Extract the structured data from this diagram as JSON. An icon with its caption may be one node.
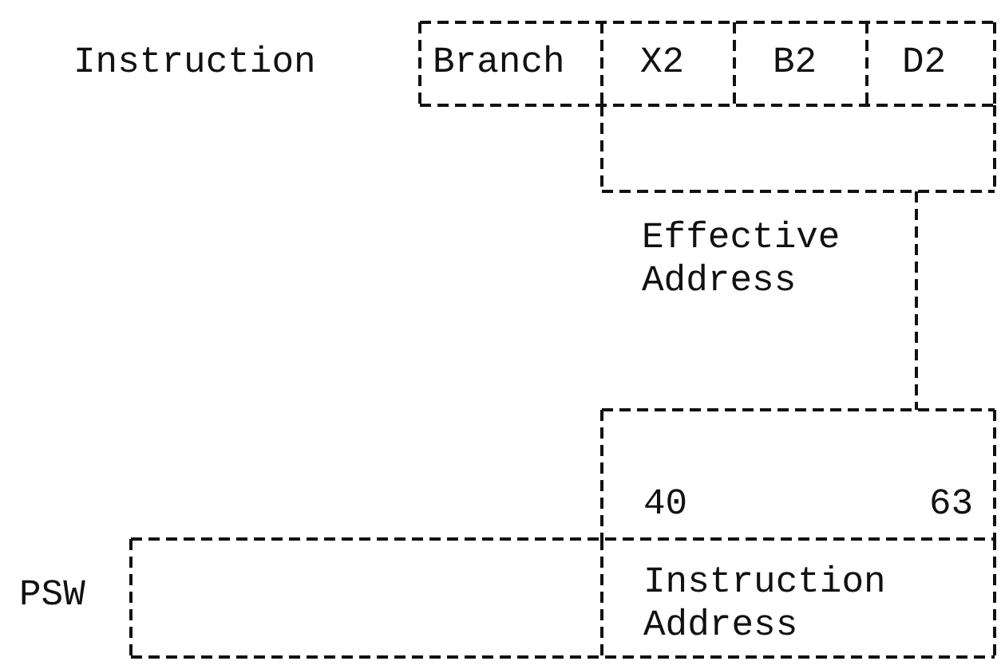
{
  "diagram": {
    "nodes": [
      {
        "text": [],
        "shape": "box",
        "beside": [
          "Instruction"
        ]
      },
      {
        "text": [
          "Branch"
        ],
        "in": 0
      },
      {
        "text": [
          "X2"
        ],
        "in": 0
      },
      {
        "text": [
          "B2"
        ],
        "in": 0
      },
      {
        "text": [
          "D2"
        ],
        "in": 0
      },
      {
        "text": [],
        "shape": "box"
      },
      {
        "text": [
          "40",
          "63"
        ]
      },
      {
        "text": [],
        "shape": "box",
        "beside": [
          "PSW"
        ]
      },
      {
        "text": [
          "Instruction Address"
        ],
        "in": 7
      }
    ],
    "edges": [
      {
        "from": 5,
        "to": 6,
        "arrow": "none",
        "label": "Effective Address",
        "style": "dashed"
      }
    ]
  }
}
